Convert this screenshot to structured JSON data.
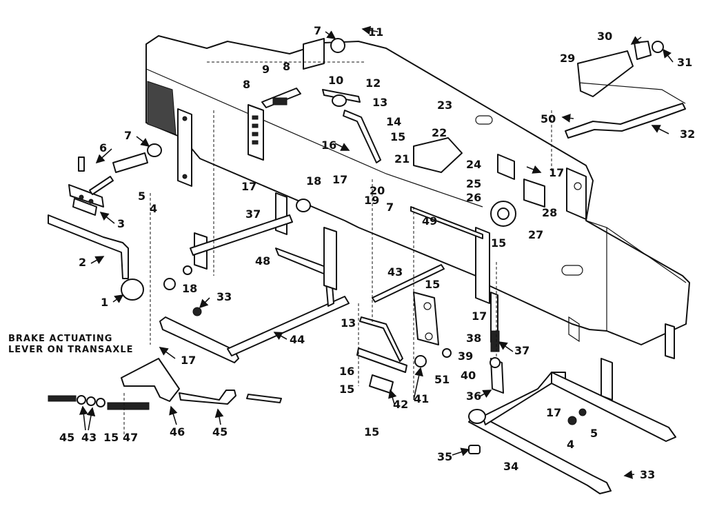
{
  "caption": {
    "line1": "BRAKE ACTUATING",
    "line2": "LEVER ON TRANSAXLE"
  },
  "callouts": [
    "1",
    "2",
    "3",
    "4",
    "4",
    "5",
    "5",
    "6",
    "7",
    "7",
    "7",
    "8",
    "8",
    "9",
    "10",
    "11",
    "12",
    "13",
    "13",
    "14",
    "15",
    "15",
    "15",
    "15",
    "15",
    "15",
    "16",
    "16",
    "17",
    "17",
    "17",
    "17",
    "17",
    "17",
    "18",
    "18",
    "19",
    "20",
    "21",
    "22",
    "23",
    "24",
    "25",
    "26",
    "27",
    "28",
    "29",
    "30",
    "31",
    "32",
    "33",
    "33",
    "34",
    "35",
    "36",
    "37",
    "37",
    "38",
    "39",
    "40",
    "41",
    "42",
    "43",
    "43",
    "44",
    "45",
    "45",
    "46",
    "47",
    "48",
    "49",
    "50",
    "51"
  ]
}
